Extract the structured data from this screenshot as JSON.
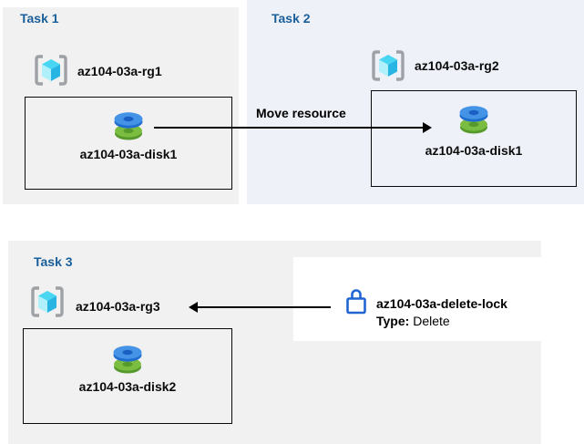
{
  "tasks": [
    {
      "label": "Task 1",
      "rg_name": "az104-03a-rg1",
      "disk_name": "az104-03a-disk1"
    },
    {
      "label": "Task 2",
      "rg_name": "az104-03a-rg2",
      "disk_name": "az104-03a-disk1"
    },
    {
      "label": "Task 3",
      "rg_name": "az104-03a-rg3",
      "disk_name": "az104-03a-disk2"
    }
  ],
  "move_arrow": {
    "label": "Move resource"
  },
  "lock": {
    "name": "az104-03a-delete-lock",
    "type_label": "Type:",
    "type_value": "Delete"
  },
  "icons": {
    "resource_group": "resource-group-icon",
    "disk": "disk-icon",
    "lock": "lock-icon"
  },
  "colors": {
    "panel_gray": "#f1f1f1",
    "panel_light_blue": "#eef2f8",
    "heading_blue": "#1a5e9a",
    "text_black": "#0b0b0b",
    "arrow_black": "#000000",
    "box_border": "#0a0a0a",
    "lock_blue": "#2165d3",
    "rg_bracket_gray": "#9ea1a6",
    "rg_cube_top": "#49d6f2",
    "rg_cube_left": "#b0f0fb",
    "rg_cube_right": "#28b5e4",
    "disk_blue_top": "#4493e6",
    "disk_blue_side": "#1f6ecf",
    "disk_green_top": "#7bbd41",
    "disk_green_side": "#56992c"
  }
}
